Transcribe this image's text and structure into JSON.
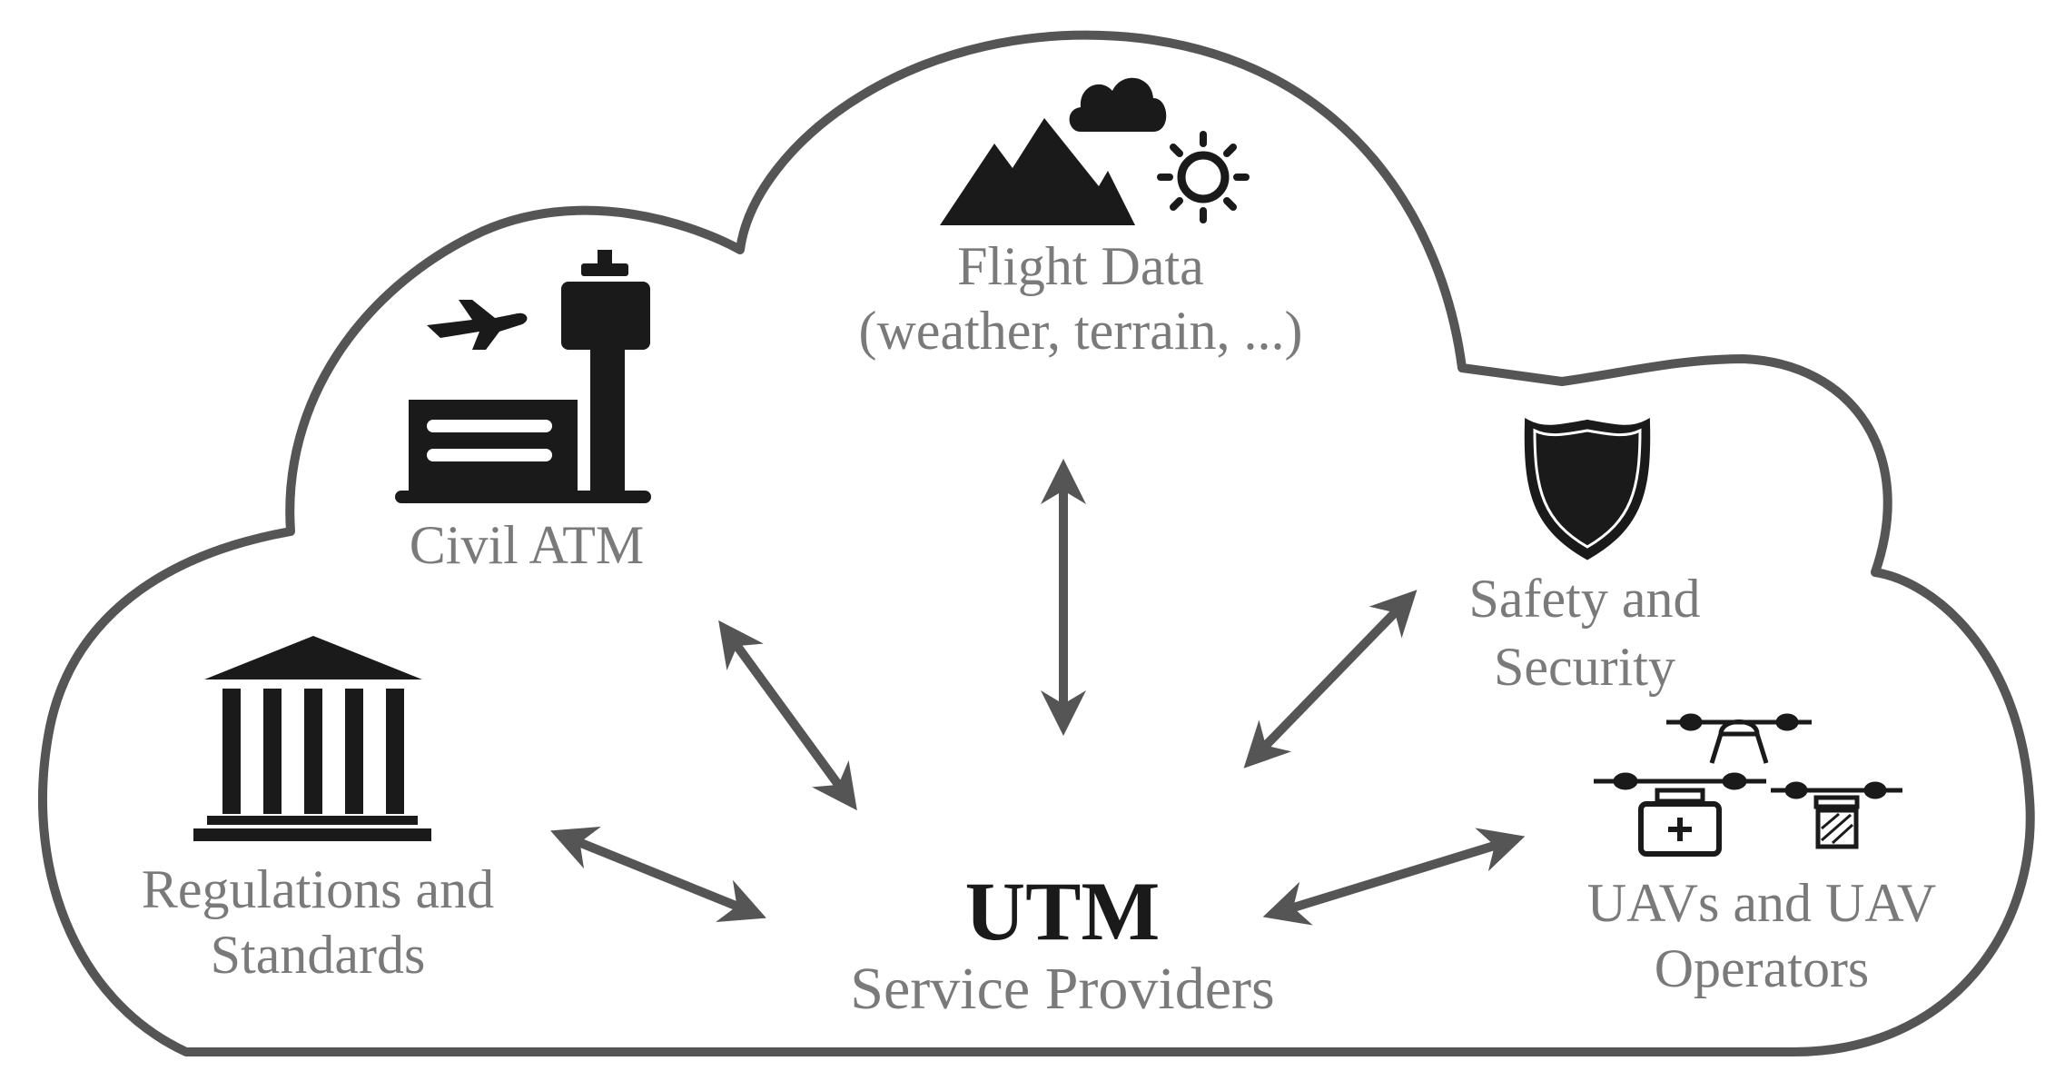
{
  "center": {
    "title": "UTM",
    "subtitle": "Service Providers"
  },
  "nodes": {
    "flight_data": {
      "line1": "Flight Data",
      "line2": "(weather, terrain, ...)",
      "icon": "mountain-cloud-sun-icon"
    },
    "civil_atm": {
      "line1": "Civil ATM",
      "icon": "airport-tower-icon"
    },
    "safety": {
      "line1": "Safety and",
      "line2": "Security",
      "icon": "shield-icon"
    },
    "regulations": {
      "line1": "Regulations and",
      "line2": "Standards",
      "icon": "government-building-icon"
    },
    "uavs": {
      "line1": "UAVs and UAV",
      "line2": "Operators",
      "icon": "drones-icon"
    }
  },
  "colors": {
    "cloud_stroke": "#555555",
    "arrow": "#555555",
    "label_text": "#7a7a7a",
    "icon_fill": "#1a1a1a"
  }
}
